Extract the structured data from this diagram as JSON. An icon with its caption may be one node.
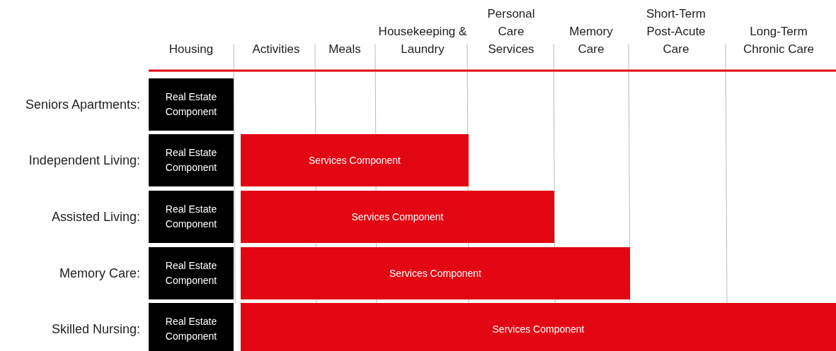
{
  "diagram": {
    "nodes": [
      {
        "text": [
          "Real Estate Component"
        ],
        "beside": [
          "Seniors Apartments:"
        ]
      },
      {
        "text": [
          "Real Estate Component"
        ],
        "beside": [
          "Independent Living:"
        ]
      },
      {
        "text": [
          "Services Component"
        ]
      },
      {
        "text": [
          "Real Estate Component"
        ],
        "beside": [
          "Assisted Living:"
        ]
      },
      {
        "text": [
          "Services Component"
        ]
      },
      {
        "text": [
          "Real Estate Component"
        ],
        "beside": [
          "Memory Care:"
        ]
      },
      {
        "text": [
          "Services Component"
        ]
      },
      {
        "text": [
          "Real Estate Component"
        ],
        "beside": [
          "Skilled Nursing:"
        ]
      },
      {
        "text": [
          "Services Component"
        ]
      }
    ],
    "labels": [
      "Housing",
      "Activities",
      "Meals",
      "Housekeeping & Laundry",
      "Personal Care Services",
      "Memory Care",
      "Short-Term Post-Acute Care",
      "Long-Term Chronic Care"
    ]
  }
}
